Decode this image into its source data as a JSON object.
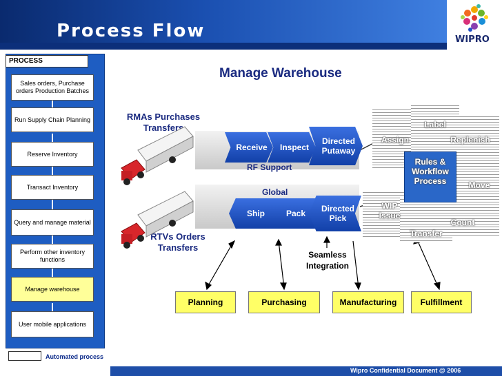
{
  "header": {
    "title": "Process Flow",
    "logo_text": "WIPRO"
  },
  "process_panel": {
    "title": "PROCESS",
    "steps": [
      {
        "label": "Sales orders, Purchase orders Production Batches"
      },
      {
        "label": "Run Supply Chain Planning"
      },
      {
        "label": "Reserve Inventory"
      },
      {
        "label": "Transact Inventory"
      },
      {
        "label": "Query and manage material"
      },
      {
        "label": "Perform other inventory functions"
      },
      {
        "label": "Manage warehouse"
      },
      {
        "label": "User mobile applications"
      }
    ],
    "legend": "Automated process"
  },
  "main": {
    "title": "Manage Warehouse",
    "inbound_label": "RMAs Purchases Transfers",
    "outbound_label": "RTVs Orders Transfers",
    "inbound_steps": [
      "Receive",
      "Inspect",
      "Directed Putaway"
    ],
    "outbound_steps": [
      "Ship",
      "Pack",
      "Directed Pick"
    ],
    "rf_support": "RF   Support",
    "global_label": "Global",
    "seamless": "Seamless Integration"
  },
  "right_panel": {
    "labels": [
      "Label",
      "Assign",
      "Replenish",
      "Rules & Workflow Process",
      "Move",
      "WIP Issue",
      "Count",
      "Transfer"
    ]
  },
  "functions": [
    "Planning",
    "Purchasing",
    "Manufacturing",
    "Fulfillment"
  ],
  "footer": "Wipro Confidential Document @ 2006",
  "colors": {
    "header": "#1a4fb0",
    "panel": "#1e5dc2",
    "chevron": "#1e50c0",
    "highlight": "#ffff66",
    "title_text": "#1a2a80"
  }
}
